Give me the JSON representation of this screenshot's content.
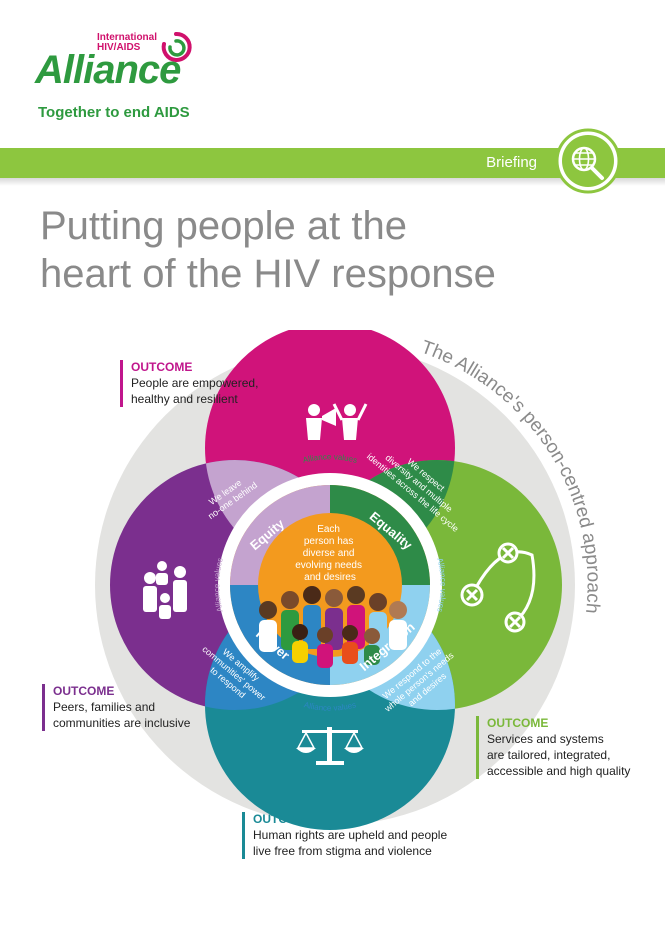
{
  "logo": {
    "org": [
      "International",
      "HIV/AIDS"
    ],
    "name": "Alliance",
    "tagline": "Together to end AIDS"
  },
  "banner": {
    "label": "Briefing"
  },
  "title": {
    "line1": "Putting people at the",
    "line2": "heart of the HIV response"
  },
  "diagram": {
    "arc_title": "The Alliance's person-centred approach",
    "center_text": [
      "Each",
      "person has",
      "diverse and",
      "evolving needs",
      "and desires"
    ],
    "values": {
      "equity": "Equity",
      "equality": "Equality",
      "power": "Power",
      "integration": "Integration"
    },
    "alliance_values": "Alliance values",
    "petal_texts": {
      "leave": [
        "We leave",
        "no-one behind"
      ],
      "respect": [
        "We respect",
        "diversity and multiple",
        "identities across the life cycle"
      ],
      "amplify": [
        "We amplify",
        "communities' power",
        "to respond"
      ],
      "respond": [
        "We respond to the",
        "whole person's needs",
        "and desires"
      ]
    }
  },
  "outcomes": [
    {
      "label": "OUTCOME",
      "lines": [
        "People are empowered,",
        "healthy and resilient"
      ],
      "color": "#c0168c"
    },
    {
      "label": "OUTCOME",
      "lines": [
        "Peers, families and",
        "communities are inclusive"
      ],
      "color": "#7b2f8e"
    },
    {
      "label": "OUTCOME",
      "lines": [
        "Services and systems",
        "are tailored, integrated,",
        "accessible and high quality"
      ],
      "color": "#7ab83a"
    },
    {
      "label": "OUTCOME",
      "lines": [
        "Human rights are upheld and people",
        "live free from stigma and violence"
      ],
      "color": "#1a8a96"
    }
  ],
  "colors": {
    "green": "#8dc63f",
    "magenta": "#d0137a",
    "purple": "#7b2f8e",
    "teal": "#1a8a96",
    "lime": "#7ab83a",
    "orange": "#f39a1e"
  },
  "icons": [
    "ribbon-logo-icon",
    "globe-magnifier-icon",
    "megaphone-people-icon",
    "family-icon",
    "connected-crosses-icon",
    "scales-of-justice-icon"
  ]
}
